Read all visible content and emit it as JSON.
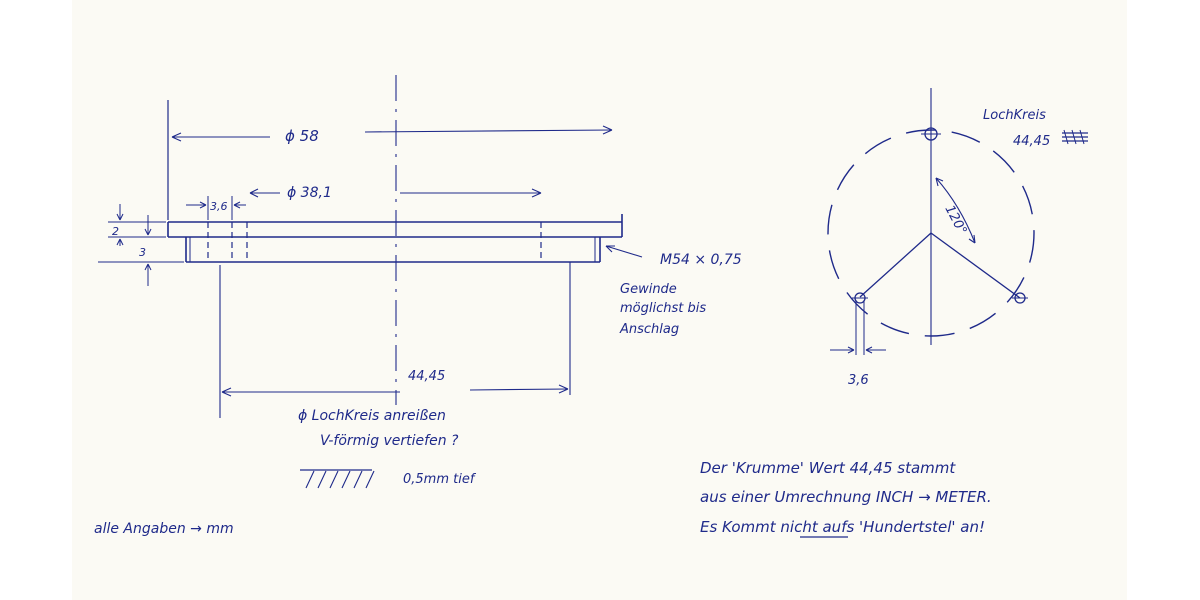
{
  "colors": {
    "ink": "#1f2a8a",
    "paper": "#fbfaf4",
    "background": "#ffffff"
  },
  "dimensions": {
    "d58": "ϕ 58",
    "d38": "ϕ 38,1",
    "w36": "3,6",
    "h2": "2",
    "h3": "3",
    "span4445": "44,45",
    "thread": "M54 × 0,75",
    "hole36": "3,6",
    "angle": "120°"
  },
  "notes": {
    "gewinde_1": "Gewinde",
    "gewinde_2": "möglichst bis",
    "gewinde_3": "Anschlag",
    "lochkreis_1": "ϕ LochKreis anreißen",
    "lochkreis_2": "V-förmig vertiefen ?",
    "tief": "0,5mm tief",
    "alle": "alle Angaben → mm",
    "lk_title": "LochKreis",
    "lk_value": "44,45",
    "krumme_1": "Der 'Krumme' Wert 44,45 stammt",
    "krumme_2": "aus einer Umrechnung INCH → METER.",
    "krumme_3": "Es Kommt nicht aufs 'Hundertstel' an!"
  }
}
